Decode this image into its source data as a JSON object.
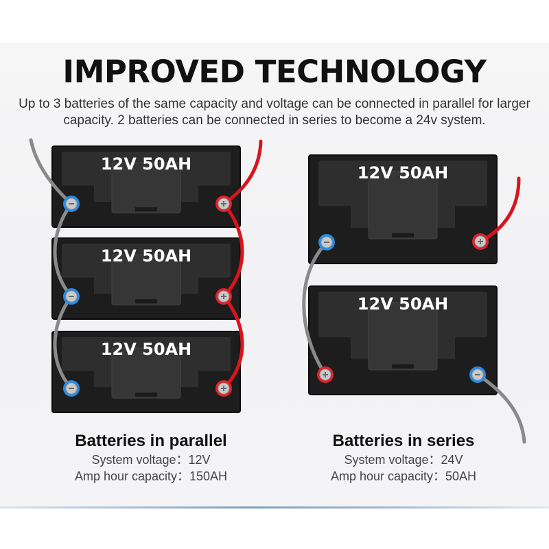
{
  "title": "IMPROVED TECHNOLOGY",
  "description": "Up to 3 batteries of the same capacity and voltage can be connected in parallel for larger capacity. 2 batteries can be connected in series to become a 24v system.",
  "battery_label": "12V 50AH",
  "parallel": {
    "heading": "Batteries in parallel",
    "voltage_line": "System voltage：12V",
    "capacity_line": "Amp hour capacity：150AH",
    "battery_count": 3
  },
  "series": {
    "heading": "Batteries in series",
    "voltage_line": "System voltage：24V",
    "capacity_line": "Amp hour capacity：50AH",
    "battery_count": 2
  },
  "colors": {
    "battery_body": "#1d1d1d",
    "battery_panel": "#2e2e2e",
    "positive_wire": "#d8141c",
    "negative_wire": "#8a8a8a",
    "negative_terminal": "#2a8ae0",
    "positive_terminal": "#e0222b"
  }
}
